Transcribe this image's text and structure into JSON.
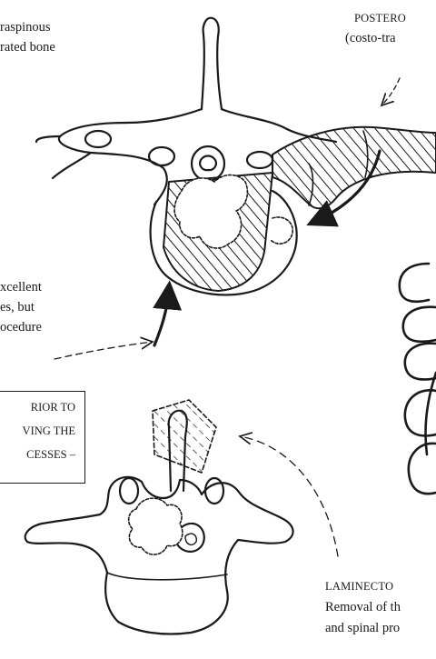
{
  "labels": {
    "top_left": [
      "raspinous",
      "rated bone"
    ],
    "top_right": [
      "POSTERO",
      "(costo-tra"
    ],
    "mid_left": [
      "xcellent",
      "es, but",
      "ocedure"
    ],
    "box": [
      "RIOR TO",
      "VING THE",
      "CESSES –"
    ],
    "bottom_right": [
      "LAMINECTO",
      "Removal of th",
      "and spinal pro"
    ]
  },
  "colors": {
    "ink": "#1a1a1a",
    "paper": "#ffffff"
  }
}
